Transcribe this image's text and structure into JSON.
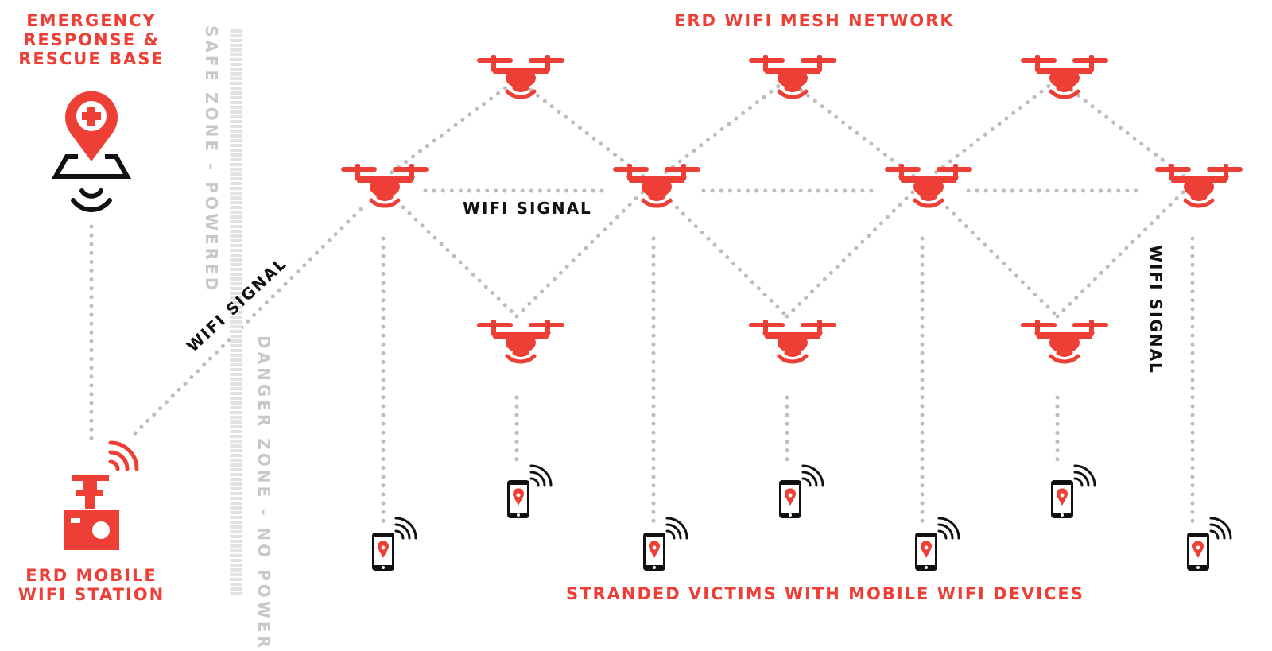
{
  "base": {
    "title_lines": [
      "EMERGENCY",
      "RESPONSE &",
      "RESCUE BASE"
    ]
  },
  "station": {
    "title_lines": [
      "ERD MOBILE",
      "WIFI STATION"
    ]
  },
  "mesh_title": "ERD WIFI MESH NETWORK",
  "victims_title": "STRANDED VICTIMS WITH MOBILE WIFI DEVICES",
  "signal_labels": [
    "WIFI SIGNAL",
    "WIFI SIGNAL",
    "WIFI SIGNAL"
  ],
  "zones": {
    "safe": "SAFE ZONE - POWERED",
    "danger": "DANGER ZONE - NO POWER"
  },
  "colors": {
    "accent": "#ee3f36",
    "dark": "#111111",
    "dots": "#bdbdbd",
    "zone": "#c8c8c8"
  },
  "icons": [
    "hospital-pin-icon",
    "antenna-signal-icon",
    "mobile-wifi-station-icon",
    "drone-icon",
    "smartphone-location-icon"
  ]
}
